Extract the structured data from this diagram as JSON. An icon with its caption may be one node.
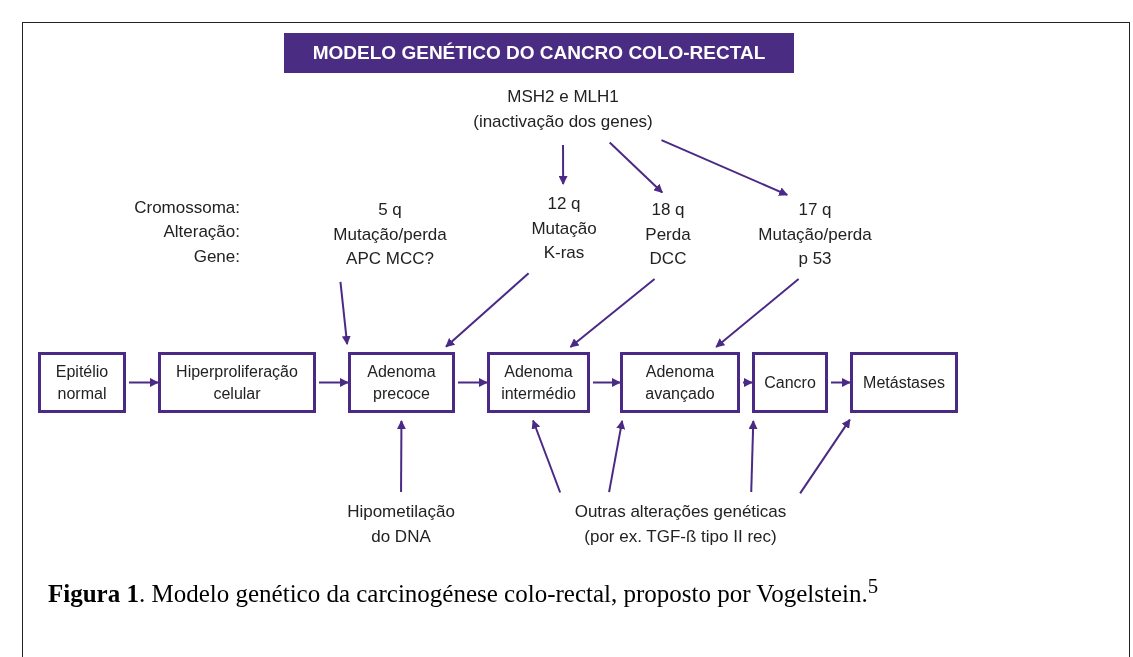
{
  "diagram": {
    "title": "MODELO GENÉTICO DO CANCRO COLO-RECTAL",
    "caption": "**Figura 1**. Modelo genético da carcinogénese colo-rectal, proposto por Vogelstein.$^{5}$",
    "nodes": [
      {
        "text": [
          "MSH2 e MLH1 (inactivação dos genes)"
        ]
      },
      {
        "text": [
          "5 q",
          "Mutação/perda",
          "APC MCC?"
        ]
      },
      {
        "text": [
          "12 q",
          "Mutação",
          "K-ras"
        ]
      },
      {
        "text": [
          "18 q",
          "Perda",
          "DCC"
        ]
      },
      {
        "text": [
          "17 q",
          "Mutação/perda",
          "p 53"
        ]
      },
      {
        "text": [
          "Epitélio normal"
        ]
      },
      {
        "text": [
          "Hiperproliferação celular"
        ]
      },
      {
        "text": [
          "Adenoma precoce"
        ]
      },
      {
        "text": [
          "Adenoma intermédio"
        ]
      },
      {
        "text": [
          "Adenoma avançado"
        ]
      },
      {
        "text": [
          "Cancro"
        ]
      },
      {
        "text": [
          "Metástases"
        ]
      },
      {
        "text": [
          "Hipometilação do DNA"
        ]
      },
      {
        "text": [
          "Outras alterações genéticas (por ex. TGF-ß tipo II rec)"
        ]
      }
    ],
    "edges": [
      {
        "from": 0,
        "to": 2,
        "arrow": "to"
      },
      {
        "from": 0,
        "to": 3,
        "arrow": "to"
      },
      {
        "from": 0,
        "to": 4,
        "arrow": "to"
      },
      {
        "from": 1,
        "to": 7,
        "arrow": "to"
      },
      {
        "from": 2,
        "to": 7,
        "arrow": "to"
      },
      {
        "from": 3,
        "to": 8,
        "arrow": "to"
      },
      {
        "from": 4,
        "to": 9,
        "arrow": "to"
      },
      {
        "from": 5,
        "to": 6,
        "arrow": "to"
      },
      {
        "from": 6,
        "to": 7,
        "arrow": "to"
      },
      {
        "from": 7,
        "to": 8,
        "arrow": "to"
      },
      {
        "from": 8,
        "to": 9,
        "arrow": "to"
      },
      {
        "from": 9,
        "to": 10,
        "arrow": "to"
      },
      {
        "from": 10,
        "to": 11,
        "arrow": "to"
      },
      {
        "from": 12,
        "to": 7,
        "arrow": "to"
      },
      {
        "from": 13,
        "to": 8,
        "arrow": "to"
      },
      {
        "from": 13,
        "to": 9,
        "arrow": "to"
      },
      {
        "from": 13,
        "to": 10,
        "arrow": "to"
      },
      {
        "from": 13,
        "to": 11,
        "arrow": "to"
      }
    ],
    "labels": [
      "Cromossoma:",
      "Alteração:",
      "Gene:"
    ]
  }
}
